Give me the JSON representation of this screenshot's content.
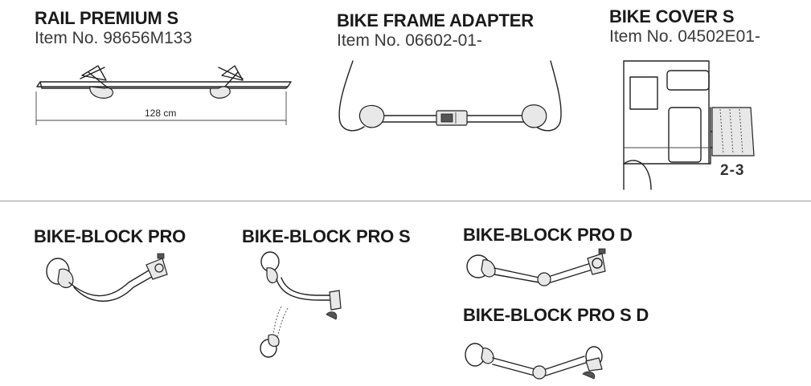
{
  "products": [
    {
      "title": "RAIL PREMIUM S",
      "item_no": "Item No. 98656M133",
      "dimension": "128 cm"
    },
    {
      "title": "BIKE FRAME ADAPTER",
      "item_no": "Item No.  06602-01-"
    },
    {
      "title": "BIKE COVER S",
      "item_no": "Item No.  04502E01-",
      "bike_count": "2-3"
    },
    {
      "title": "BIKE-BLOCK PRO"
    },
    {
      "title": "BIKE-BLOCK PRO S"
    },
    {
      "title": "BIKE-BLOCK PRO D"
    },
    {
      "title": "BIKE-BLOCK PRO S D"
    }
  ]
}
